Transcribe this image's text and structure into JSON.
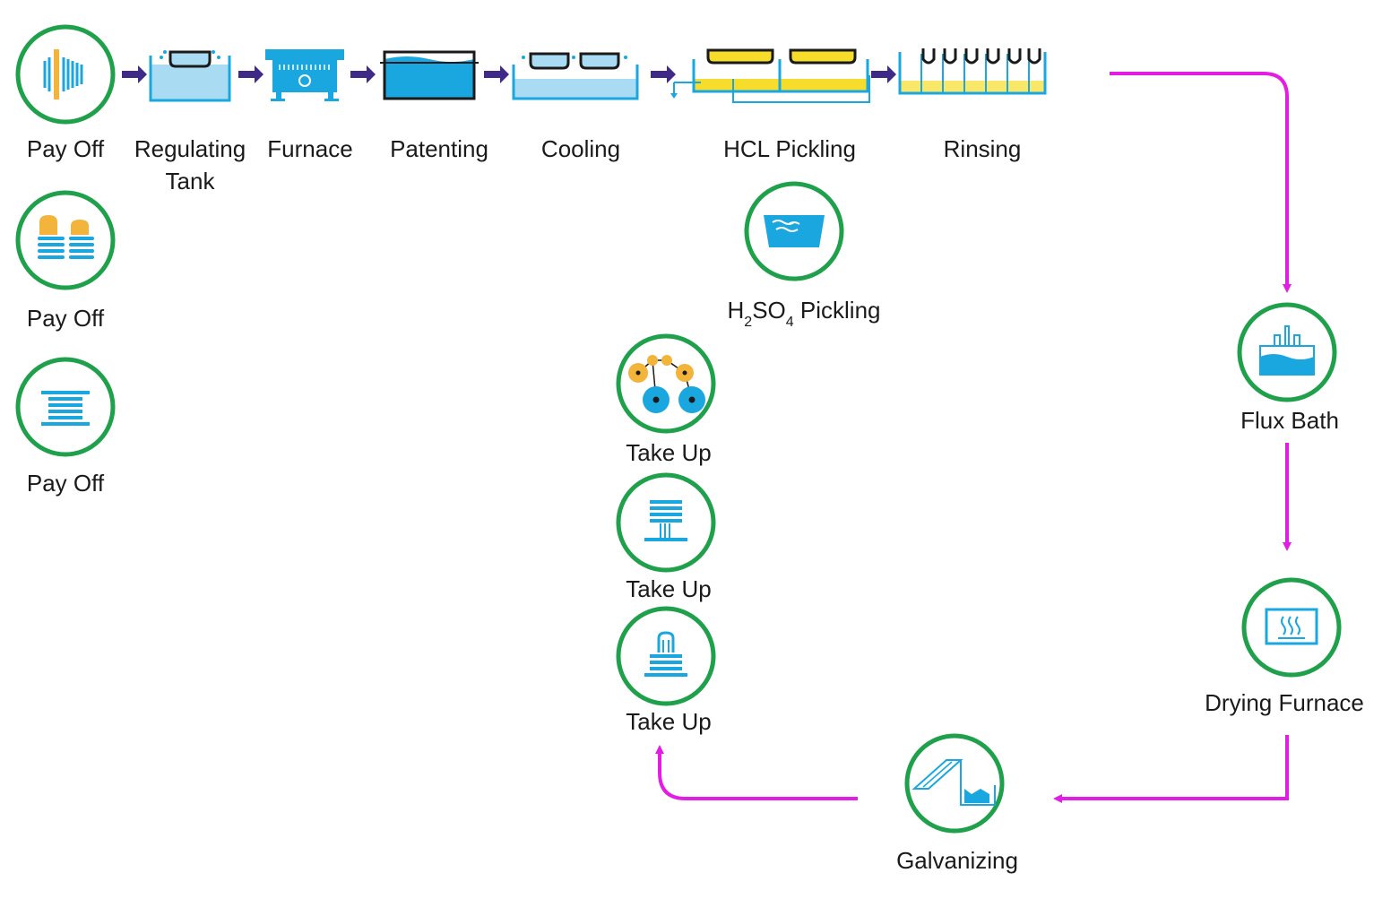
{
  "labels": {
    "pay_off_1": "Pay Off",
    "regulating_tank": "Regulating Tank",
    "furnace": "Furnace",
    "patenting": "Patenting",
    "cooling": "Cooling",
    "hcl_pickling": "HCL Pickling",
    "rinsing": "Rinsing",
    "pay_off_2": "Pay Off",
    "pay_off_3": "Pay Off",
    "h2so4_pickling": {
      "h": "H",
      "sub2": "2",
      "so": "SO",
      "sub4": "4",
      "rest": " Pickling"
    },
    "take_up_1": "Take Up",
    "take_up_2": "Take Up",
    "take_up_3": "Take Up",
    "flux_bath": "Flux Bath",
    "drying_furnace": "Drying Furnace",
    "galvanizing": "Galvanizing"
  },
  "colors": {
    "circle_ring": "#1fa04a",
    "icon_blue": "#1aa7e0",
    "icon_light_blue": "#a9dcf2",
    "acid_yellow": "#f7dd2b",
    "spool_orange": "#f2b43a",
    "step_arrow": "#3f2a87",
    "flow_arrow": "#e21ee3"
  }
}
